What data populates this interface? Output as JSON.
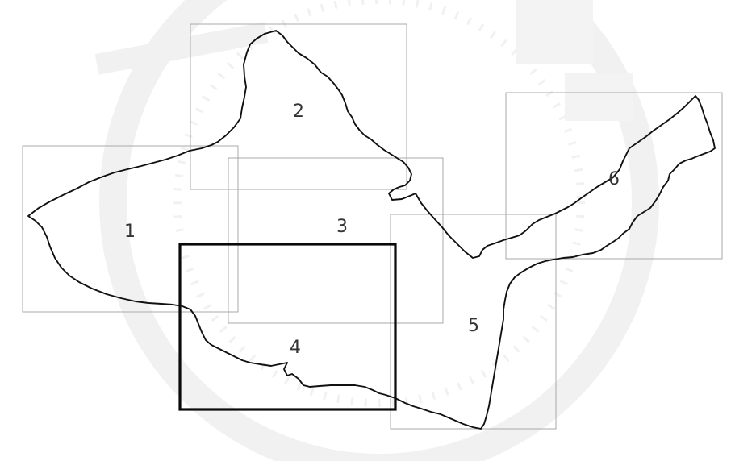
{
  "map": {
    "colors": {
      "background": "#ffffff",
      "outline": "#111111",
      "tile_border": "#a9a9a9",
      "selected_tile_border": "#0a0a0a",
      "label_text": "#333333",
      "watermark": "#f1f1f1"
    },
    "tiles": [
      {
        "label": "1",
        "selected": false
      },
      {
        "label": "2",
        "selected": false
      },
      {
        "label": "3",
        "selected": false
      },
      {
        "label": "4",
        "selected": true
      },
      {
        "label": "5",
        "selected": false
      },
      {
        "label": "6",
        "selected": false
      }
    ]
  }
}
